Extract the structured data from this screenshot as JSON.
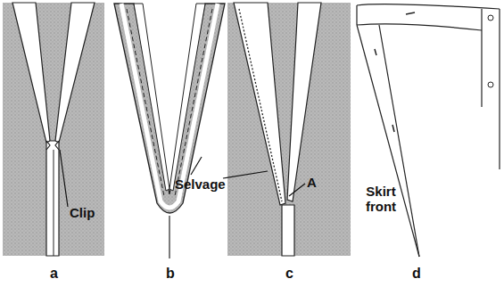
{
  "diagram": {
    "labels": [
      "Clip",
      "Selvage",
      "A",
      "Skirt front",
      "a",
      "b",
      "c",
      "d"
    ]
  }
}
